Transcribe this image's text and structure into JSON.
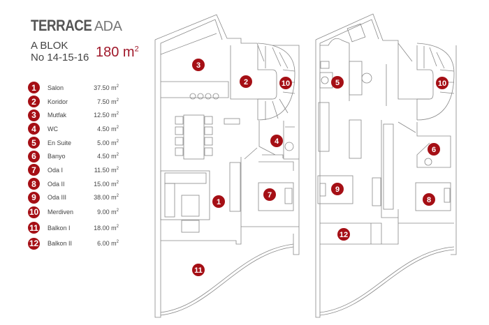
{
  "header": {
    "logo_bold": "TERRACE",
    "logo_thin": "ADA",
    "block": "A BLOK",
    "numbers": "No 14-15-16",
    "total_area": "180 m",
    "total_area_unit_sup": "2"
  },
  "legend": [
    {
      "num": "1",
      "name": "Salon",
      "area": "37.50 m",
      "sup": "2"
    },
    {
      "num": "2",
      "name": "Koridor",
      "area": "7.50 m",
      "sup": "2"
    },
    {
      "num": "3",
      "name": "Mutfak",
      "area": "12.50 m",
      "sup": "2"
    },
    {
      "num": "4",
      "name": "WC",
      "area": "4.50 m",
      "sup": "2"
    },
    {
      "num": "5",
      "name": "En Suite",
      "area": "5.00 m",
      "sup": "2"
    },
    {
      "num": "6",
      "name": "Banyo",
      "area": "4.50 m",
      "sup": "2"
    },
    {
      "num": "7",
      "name": "Oda I",
      "area": "11.50 m",
      "sup": "2"
    },
    {
      "num": "8",
      "name": "Oda II",
      "area": "15.00 m",
      "sup": "2"
    },
    {
      "num": "9",
      "name": "Oda III",
      "area": "38.00 m",
      "sup": "2"
    },
    {
      "num": "10",
      "name": "Merdiven",
      "area": "9.00 m",
      "sup": "2"
    },
    {
      "num": "11",
      "name": "Balkon I",
      "area": "18.00 m",
      "sup": "2"
    },
    {
      "num": "12",
      "name": "Balkon II",
      "area": "6.00 m",
      "sup": "2"
    }
  ],
  "plan_markers": {
    "lower": [
      "3",
      "2",
      "10",
      "4",
      "1",
      "7",
      "11"
    ],
    "upper": [
      "5",
      "10",
      "6",
      "9",
      "8",
      "12"
    ]
  },
  "colors": {
    "accent": "#a50f15",
    "area_text": "#a0182a"
  }
}
